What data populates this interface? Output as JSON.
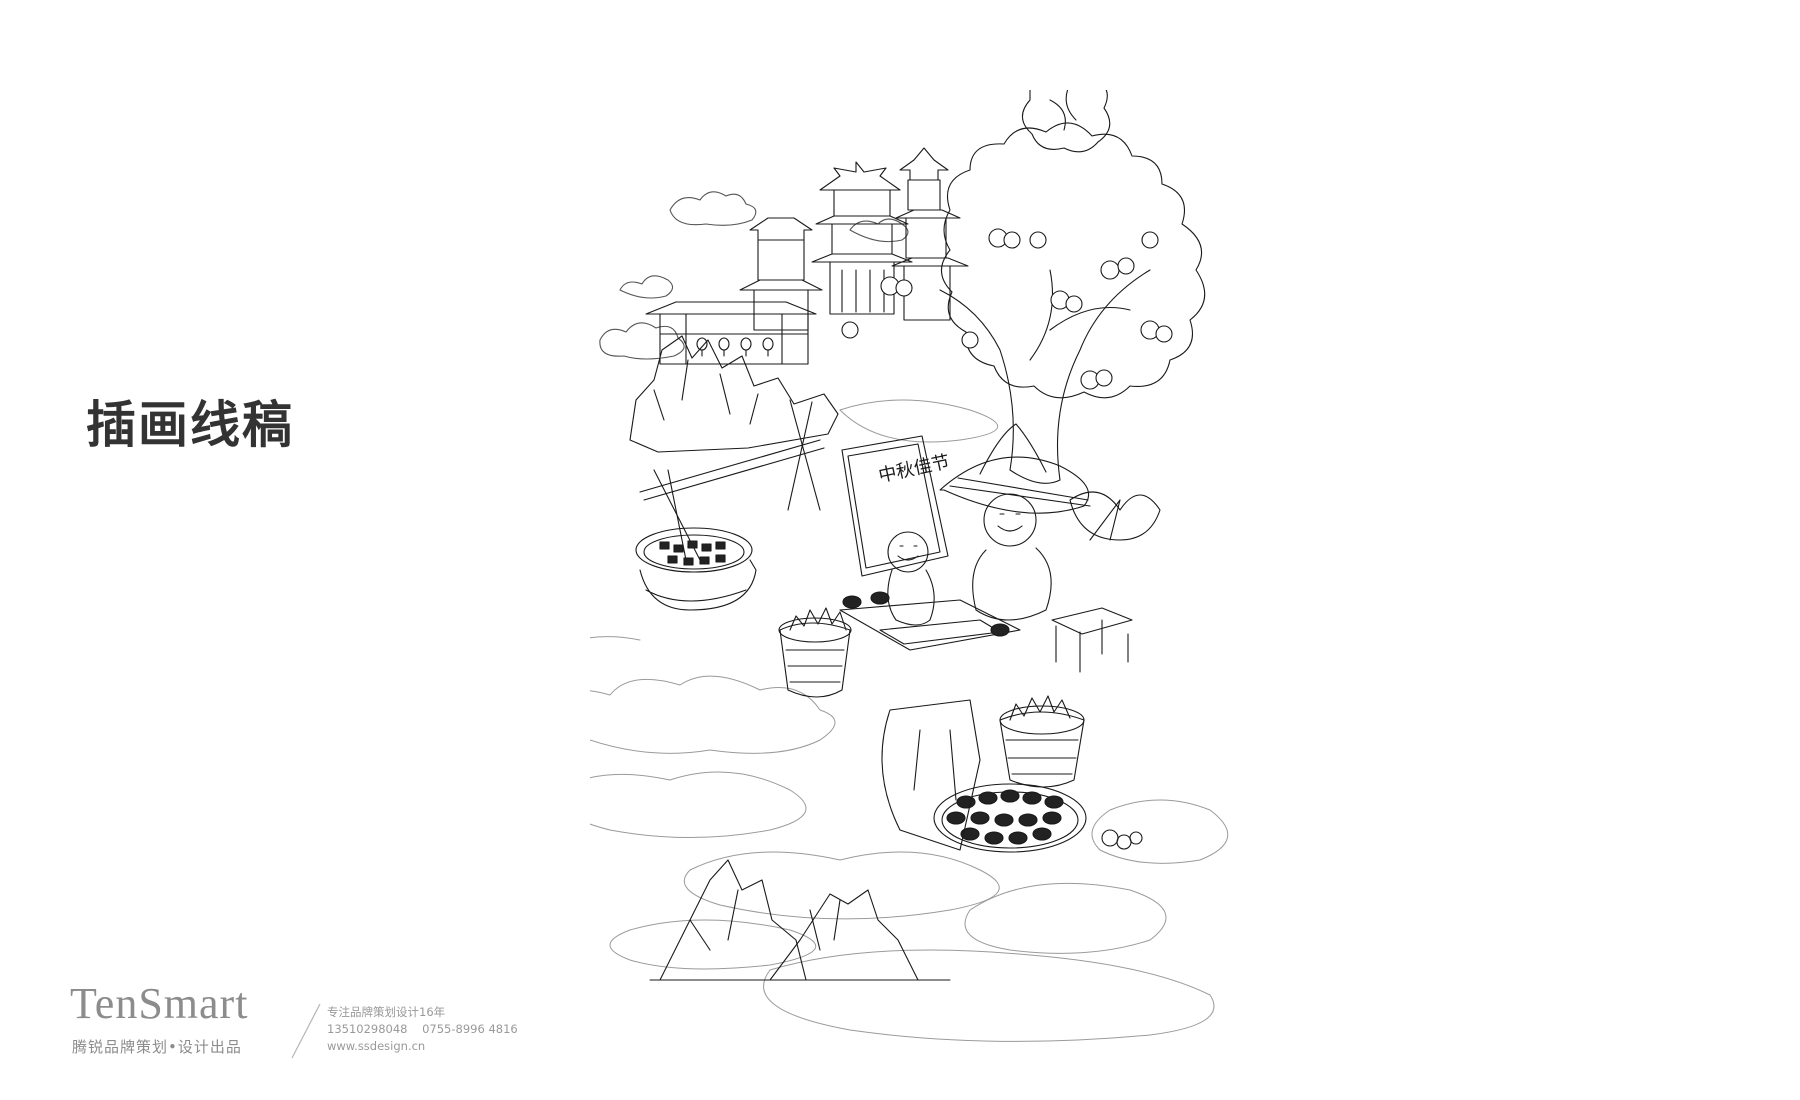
{
  "page": {
    "title": "插画线稿"
  },
  "illustration": {
    "sign_text": "中秋佳节"
  },
  "footer": {
    "brand": "TenSmart",
    "brand_cn": "腾锐品牌策划•设计出品",
    "tagline": "专注品牌策划设计16年",
    "phone_mobile": "13510298048",
    "phone_landline": "0755-8996 4816",
    "website": "www.ssdesign.cn"
  },
  "colors": {
    "title": "#333333",
    "line_art": "#1a1a1a",
    "footer_text": "#999999"
  }
}
